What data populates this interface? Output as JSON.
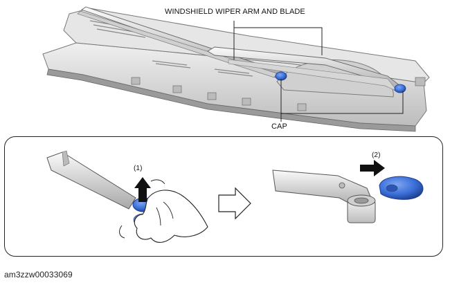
{
  "labels": {
    "wiper_assembly": "WINDSHIELD WIPER ARM AND BLADE",
    "cap": "CAP",
    "step_1": "(1)",
    "step_2": "(2)"
  },
  "figure_id": "am3zzw00033069",
  "colors": {
    "cap_blue": "#3a6fd8",
    "cap_dark": "#1d3f8f",
    "line": "#222222",
    "panel_gray": "#d8d8d8",
    "panel_dark": "#9a9a9a"
  },
  "icons": {
    "pull_up": "up-arrow-icon",
    "transition": "hollow-right-arrow-icon",
    "slide_off": "right-arrow-icon"
  }
}
